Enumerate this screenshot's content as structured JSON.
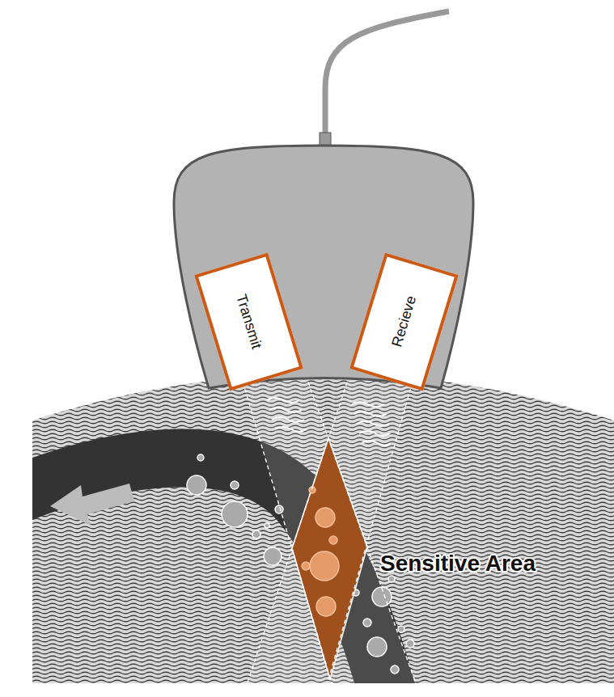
{
  "diagram": {
    "nodes": [
      {
        "text": [
          "Transmit"
        ]
      },
      {
        "text": [
          "Recieve"
        ]
      }
    ],
    "labels": [
      "Sensitive Area"
    ]
  }
}
